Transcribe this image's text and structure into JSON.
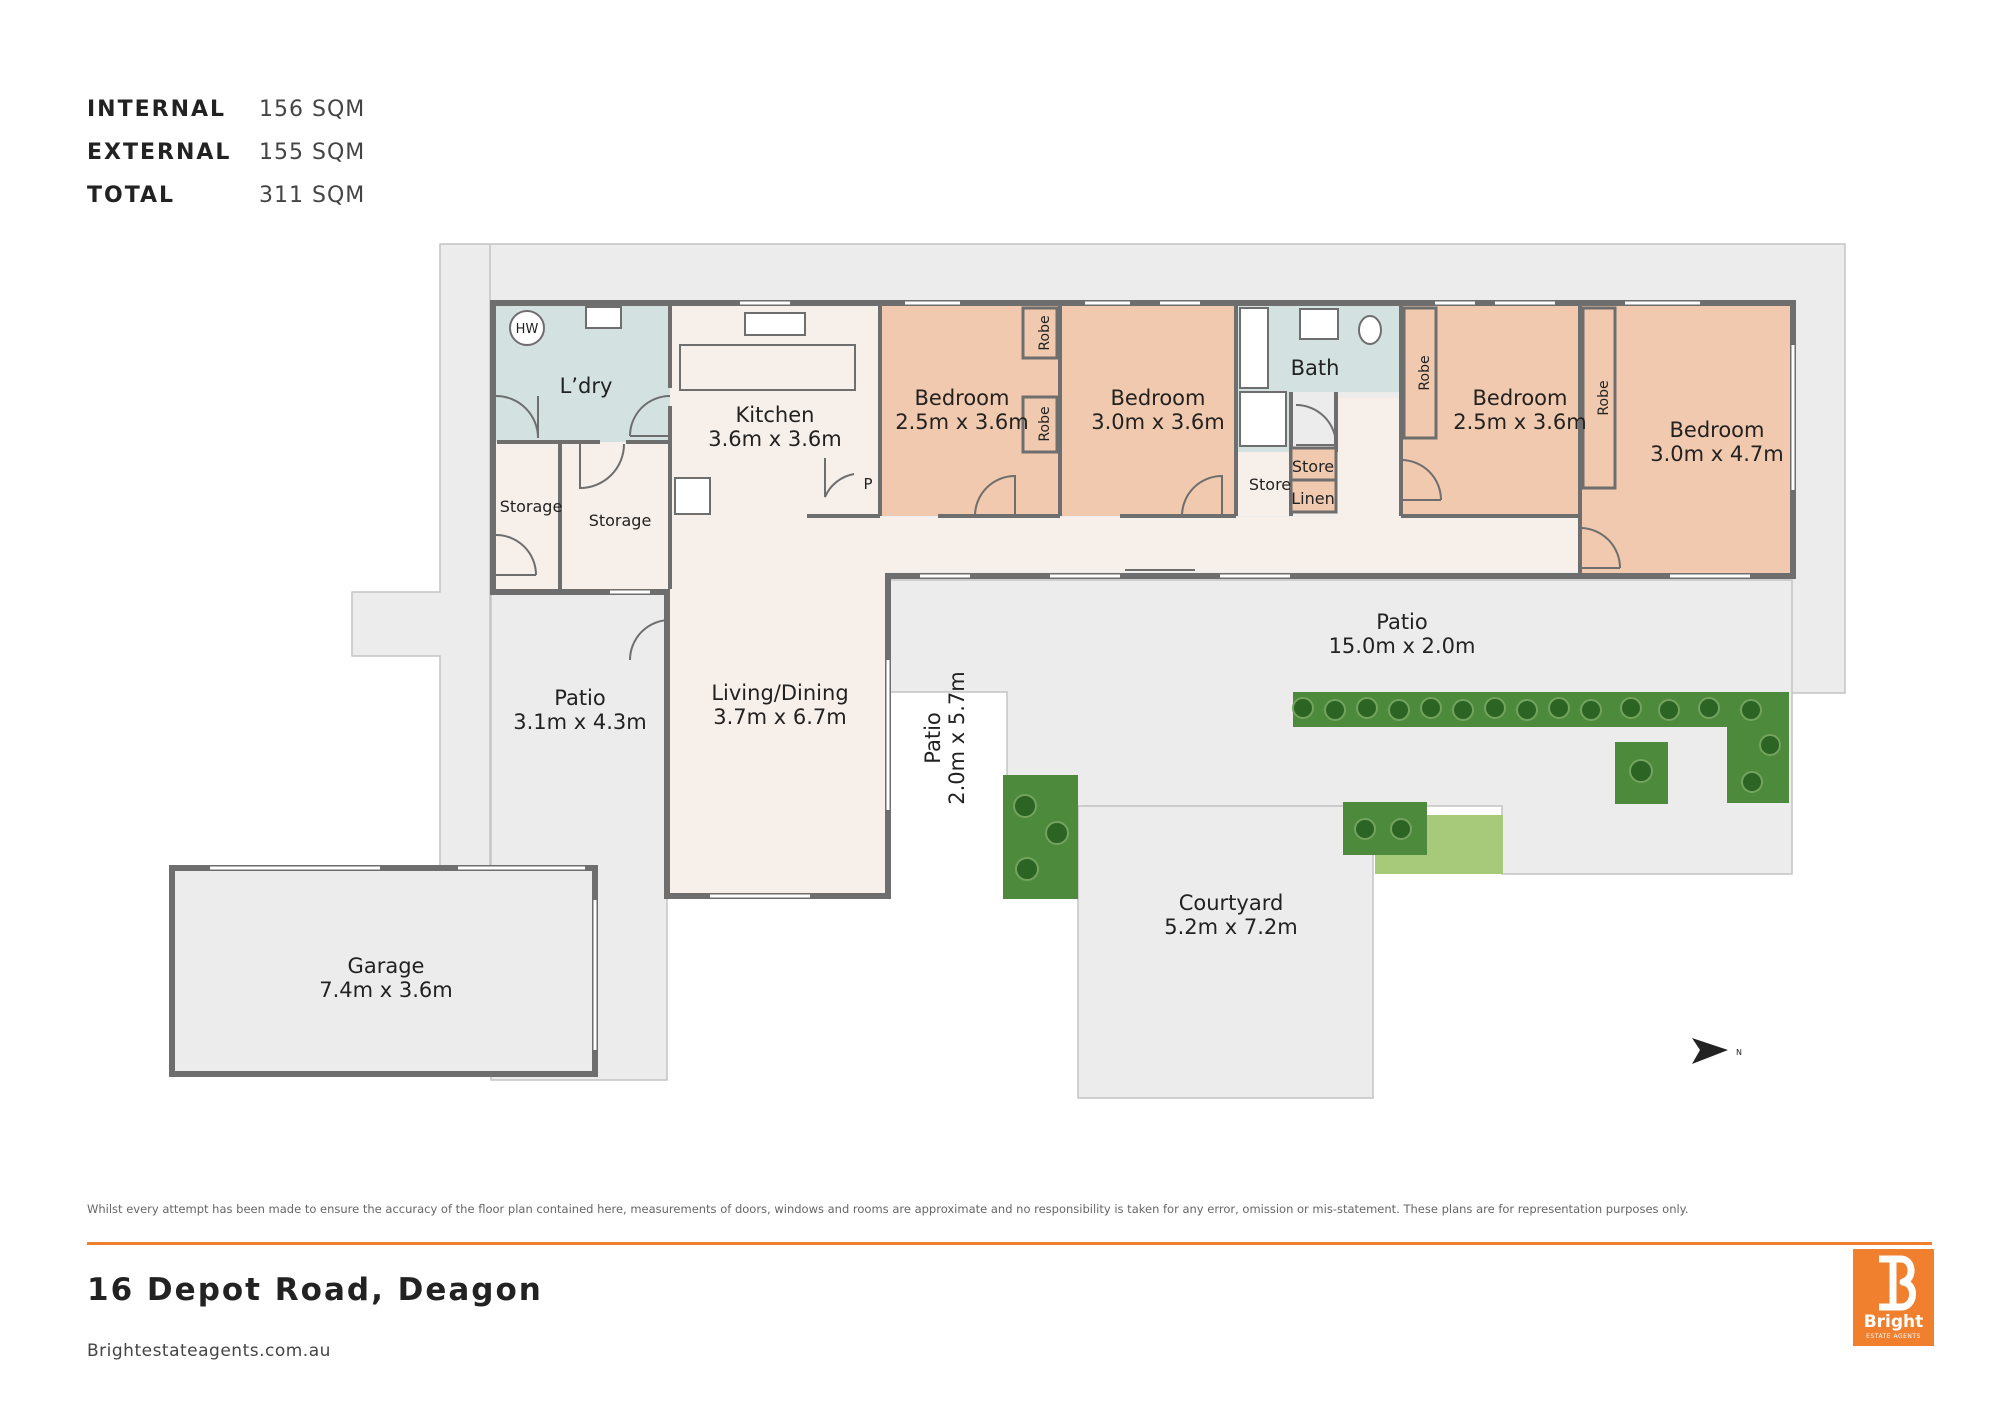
{
  "areas": [
    {
      "label": "INTERNAL",
      "value": "156 SQM"
    },
    {
      "label": "EXTERNAL",
      "value": "155 SQM"
    },
    {
      "label": "TOTAL",
      "value": "311 SQM"
    }
  ],
  "rooms": {
    "laundry": {
      "name": "L’dry"
    },
    "storage1": {
      "name": "Storage"
    },
    "storage2": {
      "name": "Storage"
    },
    "kitchen": {
      "name": "Kitchen",
      "dims": "3.6m x 3.6m"
    },
    "pantry": {
      "name": "P"
    },
    "bed1": {
      "name": "Bedroom",
      "dims": "2.5m x 3.6m"
    },
    "bed2": {
      "name": "Bedroom",
      "dims": "3.0m x 3.6m"
    },
    "bath": {
      "name": "Bath"
    },
    "store1": {
      "name": "Store"
    },
    "store2": {
      "name": "Store"
    },
    "linen": {
      "name": "Linen"
    },
    "bed3": {
      "name": "Bedroom",
      "dims": "2.5m x 3.6m"
    },
    "bed4": {
      "name": "Bedroom",
      "dims": "3.0m x 4.7m"
    },
    "robe1": {
      "name": "Robe"
    },
    "robe2": {
      "name": "Robe"
    },
    "robe3": {
      "name": "Robe"
    },
    "robe4": {
      "name": "Robe"
    },
    "hw": {
      "name": "HW"
    },
    "living": {
      "name": "Living/Dining",
      "dims": "3.7m x 6.7m"
    },
    "patio_main": {
      "name": "Patio",
      "dims": "15.0m x 2.0m"
    },
    "patio_left": {
      "name": "Patio",
      "dims": "3.1m x 4.3m"
    },
    "patio_side": {
      "name": "Patio",
      "dims": "2.0m x 5.7m"
    },
    "courtyard": {
      "name": "Courtyard",
      "dims": "5.2m x 7.2m"
    },
    "garage": {
      "name": "Garage",
      "dims": "7.4m x 3.6m"
    }
  },
  "compass": {
    "label": "N"
  },
  "colors": {
    "bedroom": "#f0c9ae",
    "wet": "#d3e2e1",
    "living": "#f7efea",
    "outdoor": "#ececec",
    "wall": "#6e6e6e",
    "accent": "#f07f2e",
    "lawn": "#a7c97a"
  },
  "footer": {
    "disclaimer": "Whilst every attempt has been made to ensure the accuracy of the floor plan contained here, measurements of doors, windows and rooms are approximate and no responsibility is taken for any error, omission or mis-statement. These plans are for representation purposes only.",
    "address": "16 Depot Road, Deagon",
    "website": "Brightestateagents.com.au"
  },
  "logo": {
    "letter": "B",
    "word": "Bright",
    "sub": "ESTATE AGENTS"
  }
}
